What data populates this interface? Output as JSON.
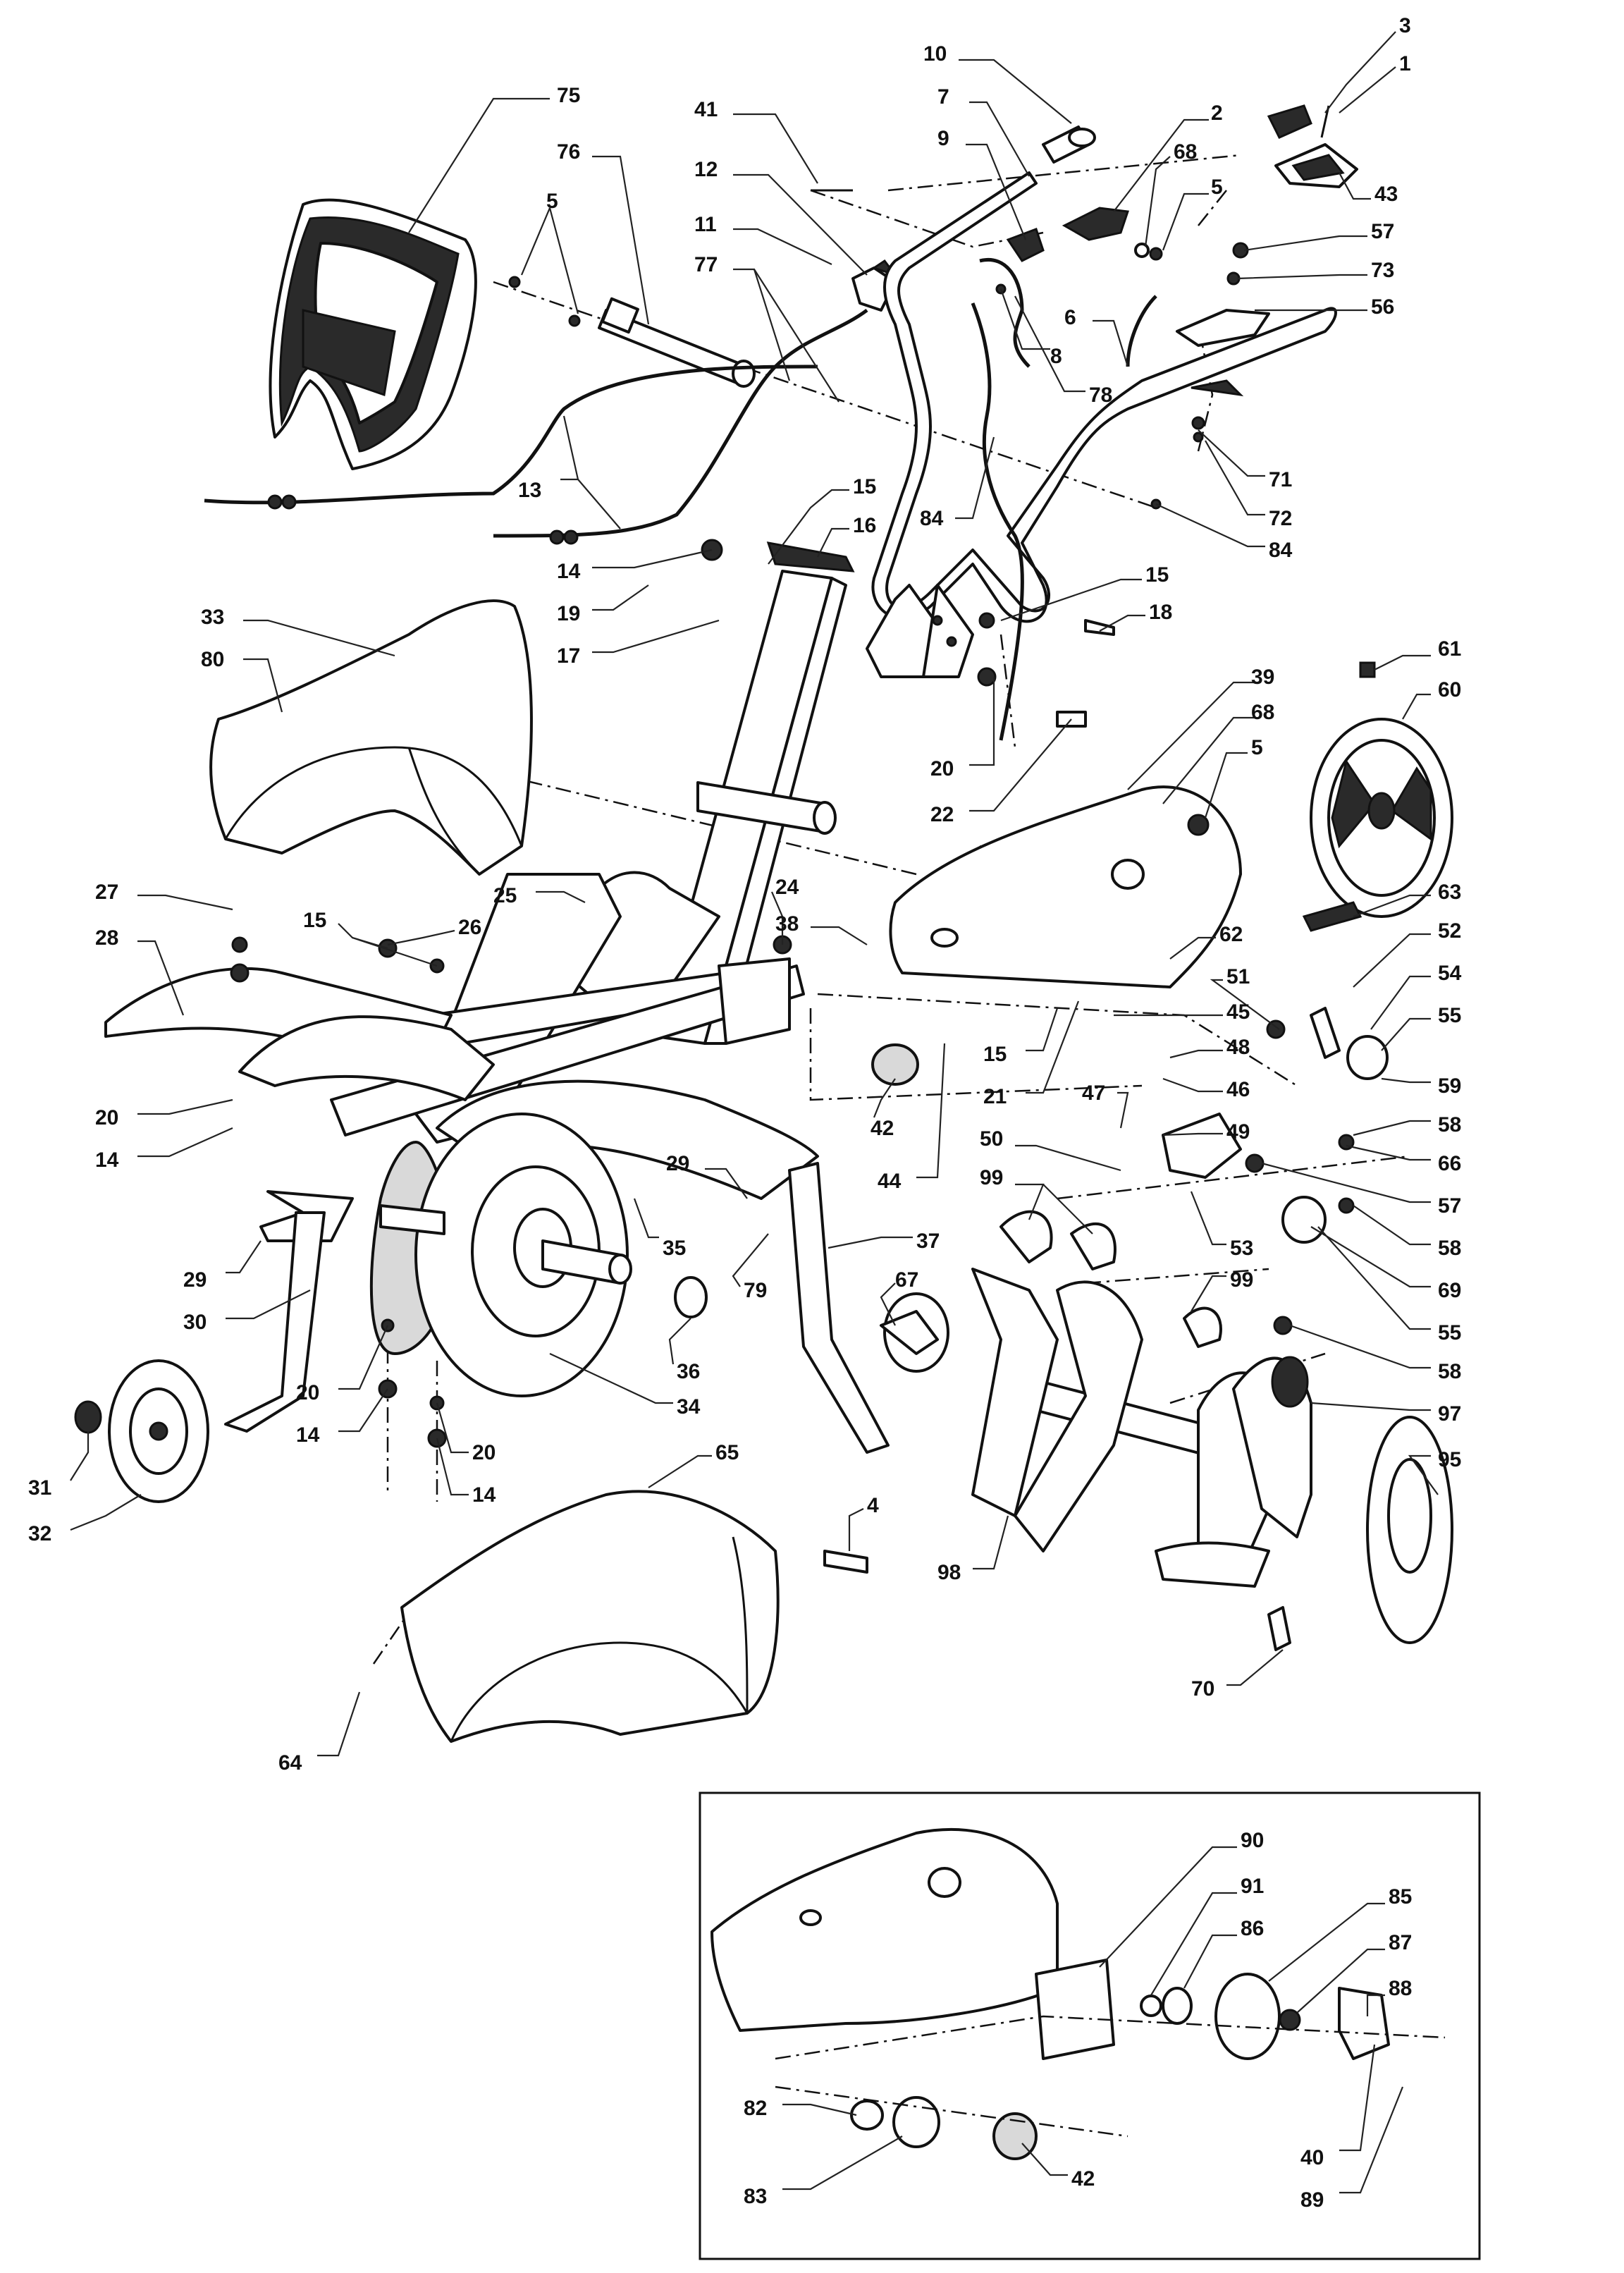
{
  "diagram": {
    "type": "exploded-parts-view",
    "part_numbers": [
      "1",
      "2",
      "3",
      "4",
      "5",
      "6",
      "7",
      "8",
      "9",
      "10",
      "11",
      "12",
      "13",
      "14",
      "15",
      "16",
      "17",
      "18",
      "19",
      "20",
      "21",
      "22",
      "24",
      "25",
      "26",
      "27",
      "28",
      "29",
      "30",
      "31",
      "32",
      "33",
      "34",
      "35",
      "36",
      "37",
      "38",
      "39",
      "40",
      "41",
      "42",
      "43",
      "44",
      "45",
      "46",
      "47",
      "48",
      "49",
      "50",
      "51",
      "52",
      "53",
      "54",
      "55",
      "56",
      "57",
      "58",
      "59",
      "60",
      "61",
      "62",
      "63",
      "64",
      "65",
      "66",
      "67",
      "68",
      "69",
      "70",
      "71",
      "72",
      "73",
      "75",
      "76",
      "77",
      "78",
      "79",
      "80",
      "82",
      "83",
      "84",
      "85",
      "86",
      "87",
      "88",
      "89",
      "90",
      "91",
      "95",
      "97",
      "98",
      "99"
    ],
    "callouts": [
      {
        "id": "c3",
        "text": "3"
      },
      {
        "id": "c1",
        "text": "1"
      },
      {
        "id": "c10",
        "text": "10"
      },
      {
        "id": "c75",
        "text": "75"
      },
      {
        "id": "c41",
        "text": "41"
      },
      {
        "id": "c7",
        "text": "7"
      },
      {
        "id": "c2",
        "text": "2"
      },
      {
        "id": "c9",
        "text": "9"
      },
      {
        "id": "c68a",
        "text": "68"
      },
      {
        "id": "c76",
        "text": "76"
      },
      {
        "id": "c12",
        "text": "12"
      },
      {
        "id": "c5a",
        "text": "5"
      },
      {
        "id": "c5b",
        "text": "5"
      },
      {
        "id": "c43",
        "text": "43"
      },
      {
        "id": "c11",
        "text": "11"
      },
      {
        "id": "c57a",
        "text": "57"
      },
      {
        "id": "c77",
        "text": "77"
      },
      {
        "id": "c73",
        "text": "73"
      },
      {
        "id": "c6",
        "text": "6"
      },
      {
        "id": "c56",
        "text": "56"
      },
      {
        "id": "c8",
        "text": "8"
      },
      {
        "id": "c78",
        "text": "78"
      },
      {
        "id": "c71",
        "text": "71"
      },
      {
        "id": "c13",
        "text": "13"
      },
      {
        "id": "c15a",
        "text": "15"
      },
      {
        "id": "c84a",
        "text": "84"
      },
      {
        "id": "c72",
        "text": "72"
      },
      {
        "id": "c16",
        "text": "16"
      },
      {
        "id": "c84b",
        "text": "84"
      },
      {
        "id": "c14a",
        "text": "14"
      },
      {
        "id": "c15b",
        "text": "15"
      },
      {
        "id": "c19",
        "text": "19"
      },
      {
        "id": "c18",
        "text": "18"
      },
      {
        "id": "c33",
        "text": "33"
      },
      {
        "id": "c17",
        "text": "17"
      },
      {
        "id": "c61",
        "text": "61"
      },
      {
        "id": "c80",
        "text": "80"
      },
      {
        "id": "c39",
        "text": "39"
      },
      {
        "id": "c60",
        "text": "60"
      },
      {
        "id": "c68b",
        "text": "68"
      },
      {
        "id": "c5c",
        "text": "5"
      },
      {
        "id": "c20a",
        "text": "20"
      },
      {
        "id": "c22",
        "text": "22"
      },
      {
        "id": "c25",
        "text": "25"
      },
      {
        "id": "c27",
        "text": "27"
      },
      {
        "id": "c24",
        "text": "24"
      },
      {
        "id": "c63",
        "text": "63"
      },
      {
        "id": "c15c",
        "text": "15"
      },
      {
        "id": "c26",
        "text": "26"
      },
      {
        "id": "c38",
        "text": "38"
      },
      {
        "id": "c62",
        "text": "62"
      },
      {
        "id": "c28",
        "text": "28"
      },
      {
        "id": "c52",
        "text": "52"
      },
      {
        "id": "c51",
        "text": "51"
      },
      {
        "id": "c54",
        "text": "54"
      },
      {
        "id": "c45",
        "text": "45"
      },
      {
        "id": "c55a",
        "text": "55"
      },
      {
        "id": "c15d",
        "text": "15"
      },
      {
        "id": "c48",
        "text": "48"
      },
      {
        "id": "c20b",
        "text": "20"
      },
      {
        "id": "c21",
        "text": "21"
      },
      {
        "id": "c47",
        "text": "47"
      },
      {
        "id": "c46",
        "text": "46"
      },
      {
        "id": "c59",
        "text": "59"
      },
      {
        "id": "c14b",
        "text": "14"
      },
      {
        "id": "c42a",
        "text": "42"
      },
      {
        "id": "c49",
        "text": "49"
      },
      {
        "id": "c58a",
        "text": "58"
      },
      {
        "id": "c50",
        "text": "50"
      },
      {
        "id": "c66",
        "text": "66"
      },
      {
        "id": "c29a",
        "text": "29"
      },
      {
        "id": "c44",
        "text": "44"
      },
      {
        "id": "c99a",
        "text": "99"
      },
      {
        "id": "c57b",
        "text": "57"
      },
      {
        "id": "c35",
        "text": "35"
      },
      {
        "id": "c37",
        "text": "37"
      },
      {
        "id": "c53",
        "text": "53"
      },
      {
        "id": "c58b",
        "text": "58"
      },
      {
        "id": "c29b",
        "text": "29"
      },
      {
        "id": "c79",
        "text": "79"
      },
      {
        "id": "c67",
        "text": "67"
      },
      {
        "id": "c99b",
        "text": "99"
      },
      {
        "id": "c69",
        "text": "69"
      },
      {
        "id": "c30",
        "text": "30"
      },
      {
        "id": "c36",
        "text": "36"
      },
      {
        "id": "c55b",
        "text": "55"
      },
      {
        "id": "c58c",
        "text": "58"
      },
      {
        "id": "c20c",
        "text": "20"
      },
      {
        "id": "c34",
        "text": "34"
      },
      {
        "id": "c97",
        "text": "97"
      },
      {
        "id": "c14c",
        "text": "14"
      },
      {
        "id": "c65",
        "text": "65"
      },
      {
        "id": "c20d",
        "text": "20"
      },
      {
        "id": "c95",
        "text": "95"
      },
      {
        "id": "c31",
        "text": "31"
      },
      {
        "id": "c14d",
        "text": "14"
      },
      {
        "id": "c32",
        "text": "32"
      },
      {
        "id": "c4",
        "text": "4"
      },
      {
        "id": "c98",
        "text": "98"
      },
      {
        "id": "c70",
        "text": "70"
      },
      {
        "id": "c64",
        "text": "64"
      },
      {
        "id": "c90",
        "text": "90"
      },
      {
        "id": "c91",
        "text": "91"
      },
      {
        "id": "c85",
        "text": "85"
      },
      {
        "id": "c86",
        "text": "86"
      },
      {
        "id": "c87",
        "text": "87"
      },
      {
        "id": "c88",
        "text": "88"
      },
      {
        "id": "c82",
        "text": "82"
      },
      {
        "id": "c42b",
        "text": "42"
      },
      {
        "id": "c83",
        "text": "83"
      },
      {
        "id": "c40",
        "text": "40"
      },
      {
        "id": "c89",
        "text": "89"
      }
    ]
  }
}
